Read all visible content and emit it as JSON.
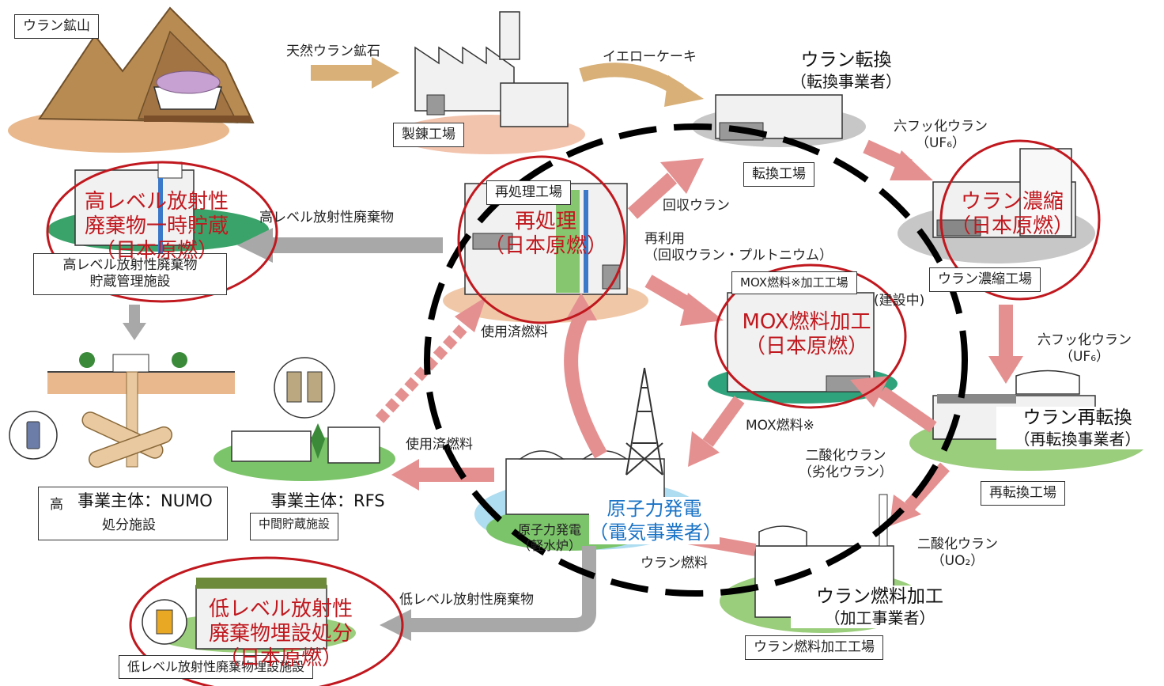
{
  "facilities": {
    "uranium_mine": "ウラン鉱山",
    "refinery": "製錬工場",
    "conversion_plant": "転換工場",
    "enrichment_plant": "ウラン濃縮工場",
    "reconversion_plant": "再転換工場",
    "fuel_fabrication_plant": "ウラン燃料加工工場",
    "reprocessing_plant": "再処理工場",
    "mox_plant": "MOX燃料※加工工場",
    "hlw_storage": [
      "高レベル放射性廃棄物",
      "貯蔵管理施設"
    ],
    "disposal": "処分施設",
    "disposal_partial": "高",
    "interim_storage": "中間貯蔵施設",
    "llw_facility": "低レベル放射性廃棄物埋設施設",
    "power_plant": [
      "原子力発電",
      "（軽水炉）"
    ]
  },
  "flows": {
    "natural_ore": "天然ウラン鉱石",
    "yellowcake": "イエローケーキ",
    "uf6_top": [
      "六フッ化ウラン",
      "（UF₆）"
    ],
    "uf6_right": [
      "六フッ化ウラン",
      "（UF₆）"
    ],
    "recovered_uranium": "回収ウラン",
    "reuse": [
      "再利用",
      "（回収ウラン・プルトニウム）"
    ],
    "hlw": "高レベル放射性廃棄物",
    "spent_fuel_center": "使用済燃料",
    "spent_fuel_left": "使用済燃料",
    "mox_fuel": "MOX燃料※",
    "depleted_uo2": [
      "二酸化ウラン",
      "（劣化ウラン）"
    ],
    "uo2": [
      "二酸化ウラン",
      "（UO₂）"
    ],
    "uranium_fuel": "ウラン燃料",
    "llw": "低レベル放射性廃棄物",
    "under_construction": "(建設中)"
  },
  "overlays_red": {
    "hlw_temp": [
      "高レベル放射性",
      "廃棄物一時貯蔵",
      "（日本原燃）"
    ],
    "reprocessing": [
      "再処理",
      "（日本原燃）"
    ],
    "enrichment": [
      "ウラン濃縮",
      "（日本原燃）"
    ],
    "mox": [
      "MOX燃料加工",
      "（日本原燃）"
    ],
    "llw_disposal": [
      "低レベル放射性",
      "廃棄物埋設処分",
      "（日本原燃）"
    ]
  },
  "overlays_operator": {
    "conversion": [
      "ウラン転換",
      "（転換事業者）"
    ],
    "reconversion": [
      "ウラン再転換",
      "（再転換事業者）"
    ],
    "fabrication": [
      "ウラン燃料加工",
      "（加工事業者）"
    ],
    "power": [
      "原子力発電",
      "（電気事業者）"
    ],
    "nuclear_entity": "事業主体：NUMO",
    "rfs_entity": "事業主体：RFS"
  },
  "colors": {
    "red_label": "#c0181e",
    "blue_label": "#1a73c6",
    "flow_pink": "#e59090",
    "flow_tan": "#d8b078",
    "flow_gray": "#a8a8a8",
    "ground_green": "#7cc46a",
    "ground_gray": "#c7c7c7",
    "ground_tan": "#f0c8a8",
    "water_blue": "#aedcf0",
    "mountain_brown": "#b88b52"
  }
}
